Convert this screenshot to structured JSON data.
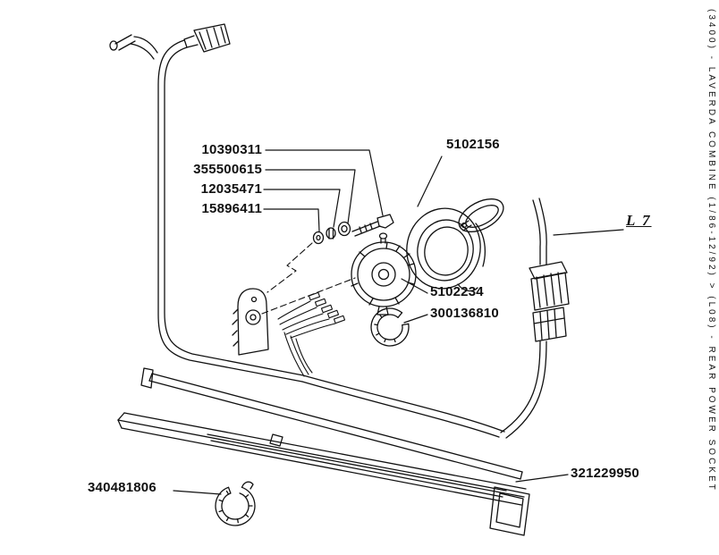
{
  "colors": {
    "ink": "#111111",
    "paper": "#ffffff"
  },
  "catalog_path": "(3400) - LAVERDA COMBINE (1/86-12/92) > (L08) - REAR POWER SOCKET",
  "callouts": [
    {
      "part_number": "10390311"
    },
    {
      "part_number": "355500615"
    },
    {
      "part_number": "12035471"
    },
    {
      "part_number": "15896411"
    },
    {
      "part_number": "5102156"
    },
    {
      "part_number": "L 7"
    },
    {
      "part_number": "5102234"
    },
    {
      "part_number": "300136810"
    },
    {
      "part_number": "321229950"
    },
    {
      "part_number": "340481806"
    }
  ]
}
